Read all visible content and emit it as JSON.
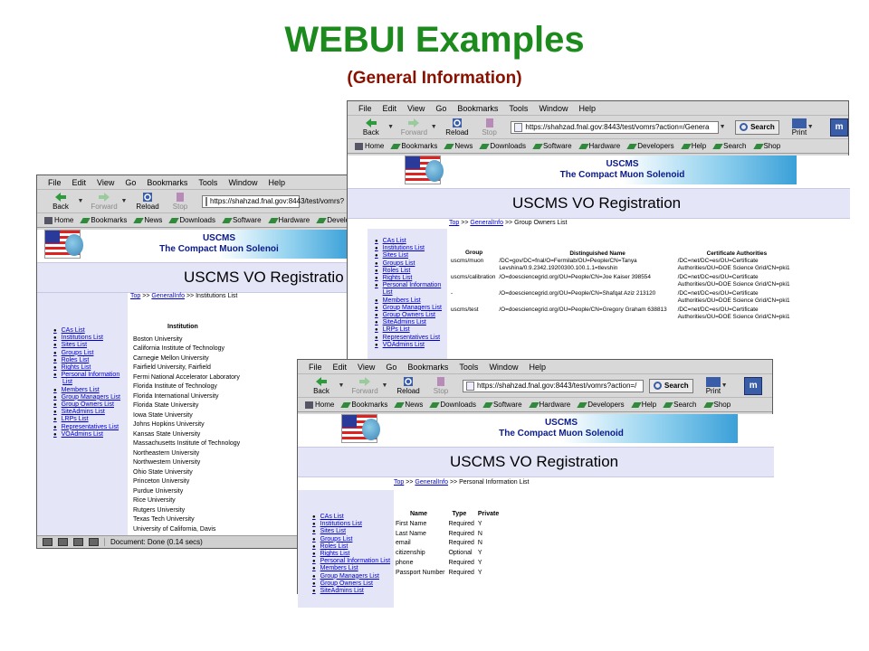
{
  "slide": {
    "title": "WEBUI Examples",
    "subtitle": "(General Information)"
  },
  "browser": {
    "menu": [
      "File",
      "Edit",
      "View",
      "Go",
      "Bookmarks",
      "Tools",
      "Window",
      "Help"
    ],
    "back": "Back",
    "forward": "Forward",
    "reload": "Reload",
    "stop": "Stop",
    "search": "Search",
    "print": "Print",
    "personal": [
      "Home",
      "Bookmarks",
      "News",
      "Downloads",
      "Software",
      "Hardware",
      "Developers",
      "Help",
      "Search",
      "Shop"
    ],
    "url_window1": "https://shahzad.fnal.gov:8443/test/vomrs?action=/Genera",
    "url_window2": "https://shahzad.fnal.gov:8443/test/vomrs?",
    "url_window3": "https://shahzad.fnal.gov:8443/test/vomrs?action=/",
    "status": "Document: Done (0.14 secs)"
  },
  "site": {
    "banner_line1": "USCMS",
    "banner_line2": "The Compact Muon Solenoid",
    "banner_line2_clipped": "The Compact Muon Solenoi",
    "heading": "USCMS VO Registration",
    "heading_clipped": "USCMS VO Registratio",
    "crumb_top": "Top",
    "crumb_general": "GeneralInfo",
    "crumb_sep": ">>",
    "nav": [
      "CAs List",
      "Institutions List",
      "Sites List",
      "Groups List",
      "Roles List",
      "Rights List",
      "Personal Information List",
      "Members List",
      "Group Managers List",
      "Group Owners List",
      "SiteAdmins List",
      "LRPs List",
      "Representatives List",
      "VOAdmins List"
    ],
    "nav_clipped_pi_line1": "Personal Information",
    "nav_clipped_pi_line2": "List",
    "nav_clipped_last": "SiteAdmins List"
  },
  "institutions_page": {
    "crumb_page": "Institutions List",
    "header": "Institution",
    "rows": [
      "Boston University",
      "California Institute of Technology",
      "Carnegie Mellon University",
      "Fairfield University, Fairfield",
      "Fermi National Accelerator Laboratory",
      "Florida Institute of Technology",
      "Florida International University",
      "Florida State University",
      "Iowa State University",
      "Johns Hopkins University",
      "Kansas State University",
      "Massachusetts Institute of Technology",
      "Northeastern University",
      "Northwestern University",
      "Ohio State University",
      "Princeton University",
      "Purdue University",
      "Rice University",
      "Rutgers University",
      "Texas Tech University",
      "University of California, Davis"
    ]
  },
  "group_owners_page": {
    "crumb_page": "Group Owners List",
    "headers": [
      "Group",
      "Distinguished Name",
      "Certificate Authorities"
    ],
    "rows": [
      [
        "uscms/muon",
        "/DC=gov/DC=fnal/O=Fermilab/OU=People/CN=Tanya",
        "/DC=net/DC=es/OU=Certificate"
      ],
      [
        "",
        "Levshina/0.9.2342.19200300.100.1.1=tlevshin",
        "Authorities/OU=DOE Science Grid/CN=pki1"
      ],
      [
        "uscms/calibration",
        "/O=doesciencegrid.org/OU=People/CN=Joe Kaiser 398554",
        "/DC=net/DC=es/OU=Certificate"
      ],
      [
        "",
        "",
        "Authorities/OU=DOE Science Grid/CN=pki1"
      ],
      [
        "-",
        "/O=doesciencegrid.org/OU=People/CN=Shafqat Aziz 213120",
        "/DC=net/DC=es/OU=Certificate"
      ],
      [
        "",
        "",
        "Authorities/OU=DOE Science Grid/CN=pki1"
      ],
      [
        "uscms/test",
        "/O=doesciencegrid.org/OU=People/CN=Gregory Graham 638813",
        "/DC=net/DC=es/OU=Certificate"
      ],
      [
        "",
        "",
        "Authorities/OU=DOE Science Grid/CN=pki1"
      ]
    ]
  },
  "personal_info_page": {
    "crumb_page": "Personal Information List",
    "headers": [
      "Name",
      "Type",
      "Private"
    ],
    "rows": [
      [
        "First Name",
        "Required",
        "Y"
      ],
      [
        "Last Name",
        "Required",
        "N"
      ],
      [
        "email",
        "Required",
        "N"
      ],
      [
        "citizenship",
        "Optional",
        "Y"
      ],
      [
        "phone",
        "Required",
        "Y"
      ],
      [
        "Passport Number",
        "Required",
        "Y"
      ]
    ]
  },
  "colors": {
    "title": "#1c8a1c",
    "subtitle": "#8a1000",
    "link": "#0000cc",
    "panel": "#e4e6f8"
  }
}
